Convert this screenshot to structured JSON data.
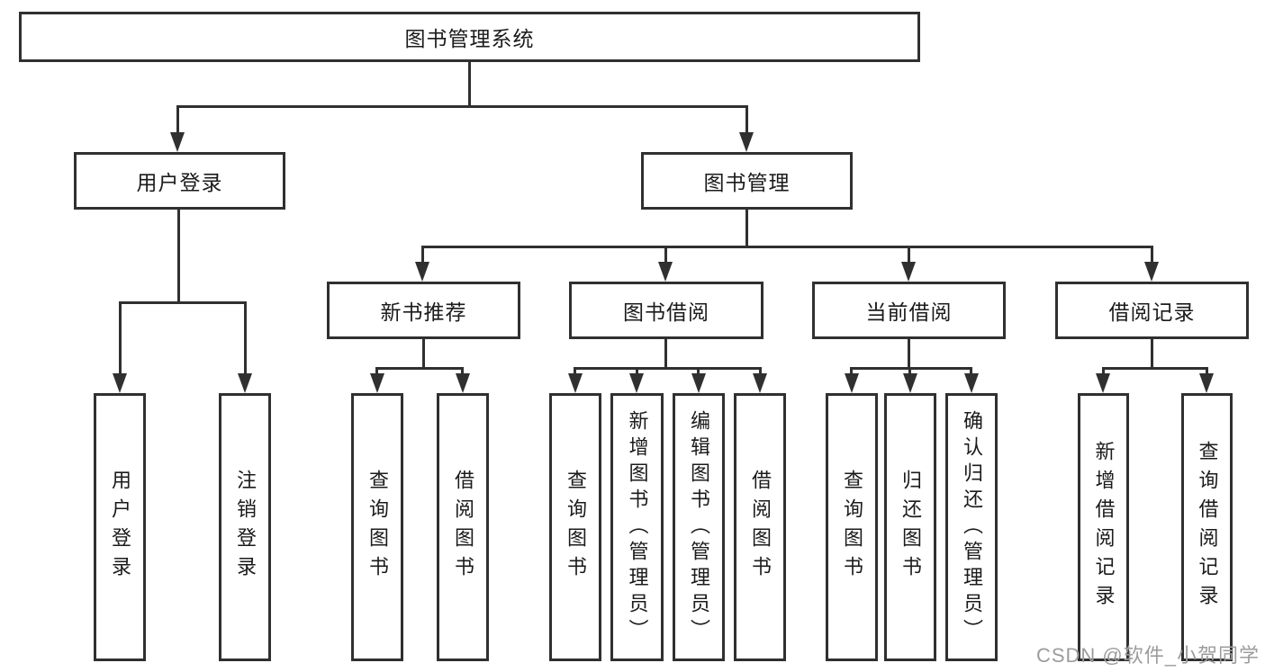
{
  "colors": {
    "line": "#303030",
    "box_border": "#303030",
    "text": "#1b1b1b",
    "watermark": "#9c9c9c",
    "background": "#ffffff"
  },
  "diagram": {
    "root": {
      "label": "图书管理系统"
    },
    "level2": [
      {
        "label": "用户登录"
      },
      {
        "label": "图书管理"
      }
    ],
    "level3": [
      {
        "label": "新书推荐"
      },
      {
        "label": "图书借阅"
      },
      {
        "label": "当前借阅"
      },
      {
        "label": "借阅记录"
      }
    ],
    "leaves": {
      "user_login": [
        {
          "label": "用户登录"
        },
        {
          "label": "注销登录"
        }
      ],
      "new_books": [
        {
          "label": "查询图书"
        },
        {
          "label": "借阅图书"
        }
      ],
      "book_borrow": [
        {
          "label": "查询图书"
        },
        {
          "label": "新增图书（管理员）"
        },
        {
          "label": "编辑图书（管理员）"
        },
        {
          "label": "借阅图书"
        }
      ],
      "current_borrow": [
        {
          "label": "查询图书"
        },
        {
          "label": "归还图书"
        },
        {
          "label": "确认归还（管理员）"
        }
      ],
      "borrow_records": [
        {
          "label": "新增借阅记录"
        },
        {
          "label": "查询借阅记录"
        }
      ]
    },
    "watermark": "CSDN @软件_小贺同学"
  }
}
